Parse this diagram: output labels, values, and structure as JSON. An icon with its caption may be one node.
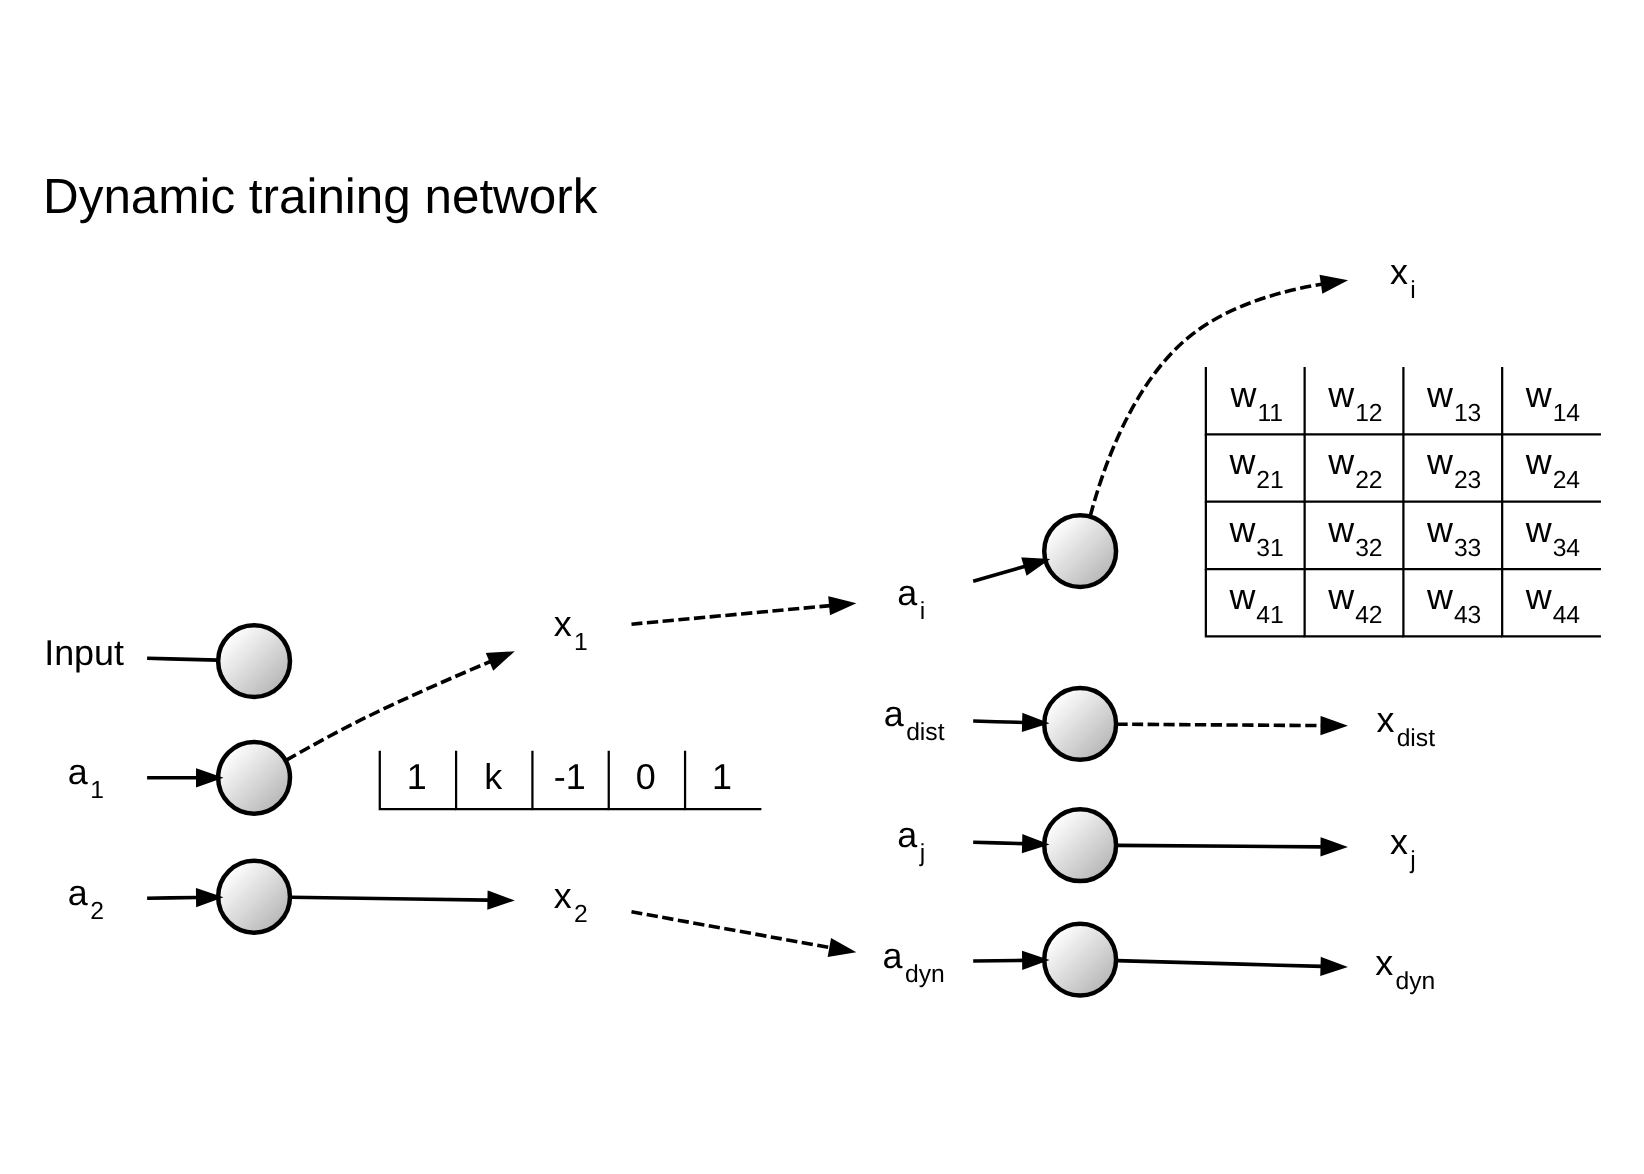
{
  "diagram": {
    "title": "Dynamic training network",
    "nodes": [
      {
        "text": [
          "Input"
        ]
      },
      {
        "text": [],
        "shape": "circle"
      },
      {
        "text": [
          "a$_{1}$"
        ]
      },
      {
        "text": [],
        "shape": "circle"
      },
      {
        "text": [
          "a$_{2}$"
        ]
      },
      {
        "text": [],
        "shape": "circle"
      },
      {
        "text": [
          "x$_{2}$"
        ]
      },
      {
        "text": [
          "x$_{1}$"
        ]
      },
      {
        "text": [
          "a$_{i}$"
        ]
      },
      {
        "text": [],
        "shape": "circle"
      },
      {
        "text": [
          "a$_{dist}$"
        ]
      },
      {
        "text": [],
        "shape": "circle"
      },
      {
        "text": [
          "a$_{j}$"
        ]
      },
      {
        "text": [],
        "shape": "circle"
      },
      {
        "text": [
          "a$_{dyn}$"
        ]
      },
      {
        "text": [],
        "shape": "circle"
      },
      {
        "text": [
          "x$_{dyn}$"
        ]
      },
      {
        "text": [
          "x$_{j}$"
        ]
      },
      {
        "text": [
          "x$_{dist}$"
        ]
      },
      {
        "text": [
          "x$_{i}$"
        ]
      }
    ],
    "edges": [
      {
        "from": 0,
        "to": 1,
        "arrow": "none"
      },
      {
        "from": 2,
        "to": 3,
        "arrow": "to"
      },
      {
        "from": 4,
        "to": 5,
        "arrow": "to"
      },
      {
        "from": 5,
        "to": 6,
        "arrow": "to"
      },
      {
        "from": 3,
        "to": 7,
        "arrow": "to",
        "style": "dashed"
      },
      {
        "from": 7,
        "to": 8,
        "arrow": "to",
        "style": "dashed"
      },
      {
        "from": 6,
        "to": 14,
        "arrow": "to",
        "style": "dashed"
      },
      {
        "from": 8,
        "to": 9,
        "arrow": "to"
      },
      {
        "from": 10,
        "to": 11,
        "arrow": "to"
      },
      {
        "from": 12,
        "to": 13,
        "arrow": "to"
      },
      {
        "from": 14,
        "to": 15,
        "arrow": "to"
      },
      {
        "from": 15,
        "to": 16,
        "arrow": "to"
      },
      {
        "from": 13,
        "to": 17,
        "arrow": "to"
      },
      {
        "from": 11,
        "to": 18,
        "arrow": "to",
        "style": "dashed"
      },
      {
        "from": 9,
        "to": 19,
        "arrow": "to",
        "style": "dashed"
      }
    ],
    "labels": [
      "1",
      "k",
      "-1",
      "0",
      "1",
      "w$_{11}$",
      "w$_{12}$",
      "w$_{13}$",
      "w$_{14}$",
      "w$_{21}$",
      "w$_{22}$",
      "w$_{23}$",
      "w$_{24}$",
      "w$_{31}$",
      "w$_{32}$",
      "w$_{33}$",
      "w$_{34}$",
      "w$_{41}$",
      "w$_{42}$",
      "w$_{43}$",
      "w$_{44}$"
    ]
  }
}
